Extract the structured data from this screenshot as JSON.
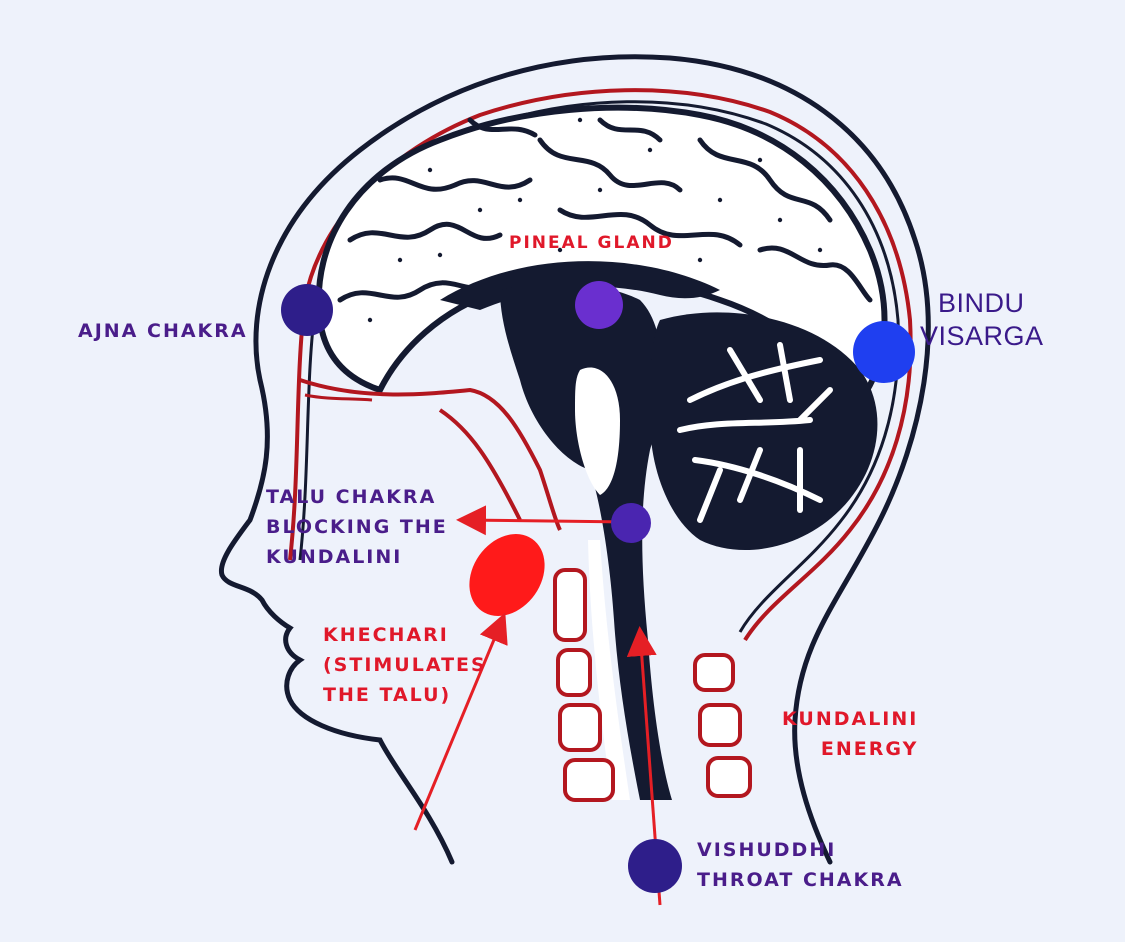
{
  "colors": {
    "background": "#eef2fb",
    "outline": "#141a30",
    "tissue": "#ffffff",
    "red_layer": "#b3171f",
    "arrow_red": "#e51f25",
    "label_purple": "#4a1d8a",
    "label_red": "#e0182a",
    "dot_dark_blue": "#2e1e8a",
    "dot_violet": "#6a2fcf",
    "dot_royal_blue": "#1f3ff0"
  },
  "labels": {
    "pineal_gland": "PINEAL GLAND",
    "ajna_chakra": "AJNA CHAKRA",
    "bindu_visarga": {
      "line1": "BINDU",
      "line2": "VISARGA"
    },
    "talu_chakra": {
      "line1": "TALU CHAKRA",
      "line2": "BLOCKING THE",
      "line3": "KUNDALINI"
    },
    "khechari": {
      "line1": "KHECHARI",
      "line2": "(STIMULATES",
      "line3": "THE TALU)"
    },
    "kundalini_energy": {
      "line1": "KUNDALINI",
      "line2": "ENERGY"
    },
    "vishuddhi": {
      "line1": "VISHUDDHI",
      "line2": "THROAT CHAKRA"
    }
  }
}
